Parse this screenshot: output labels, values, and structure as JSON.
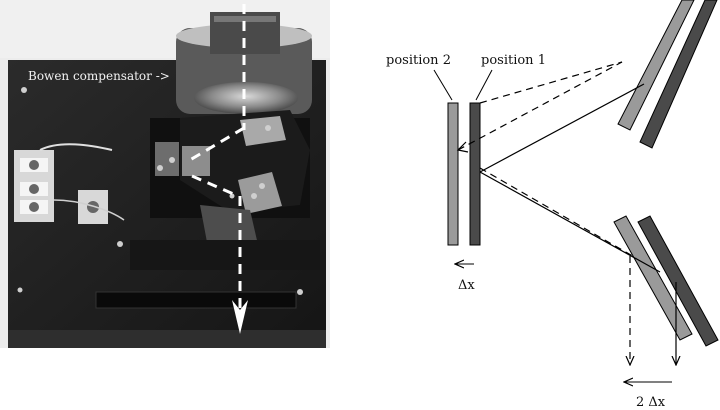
{
  "photo": {
    "caption": "Bowen compensator ->"
  },
  "schematic": {
    "label_position_2": "position 2",
    "label_position_1": "position 1",
    "label_delta_x": "Δx",
    "label_two_delta_x": "2 Δx"
  },
  "colors": {
    "mirror_position_1": "#4a4a4a",
    "mirror_position_2": "#9a9a9a",
    "beam": "#000000",
    "photo_background": "#1e1e1e",
    "photo_beam": "#ffffff"
  }
}
